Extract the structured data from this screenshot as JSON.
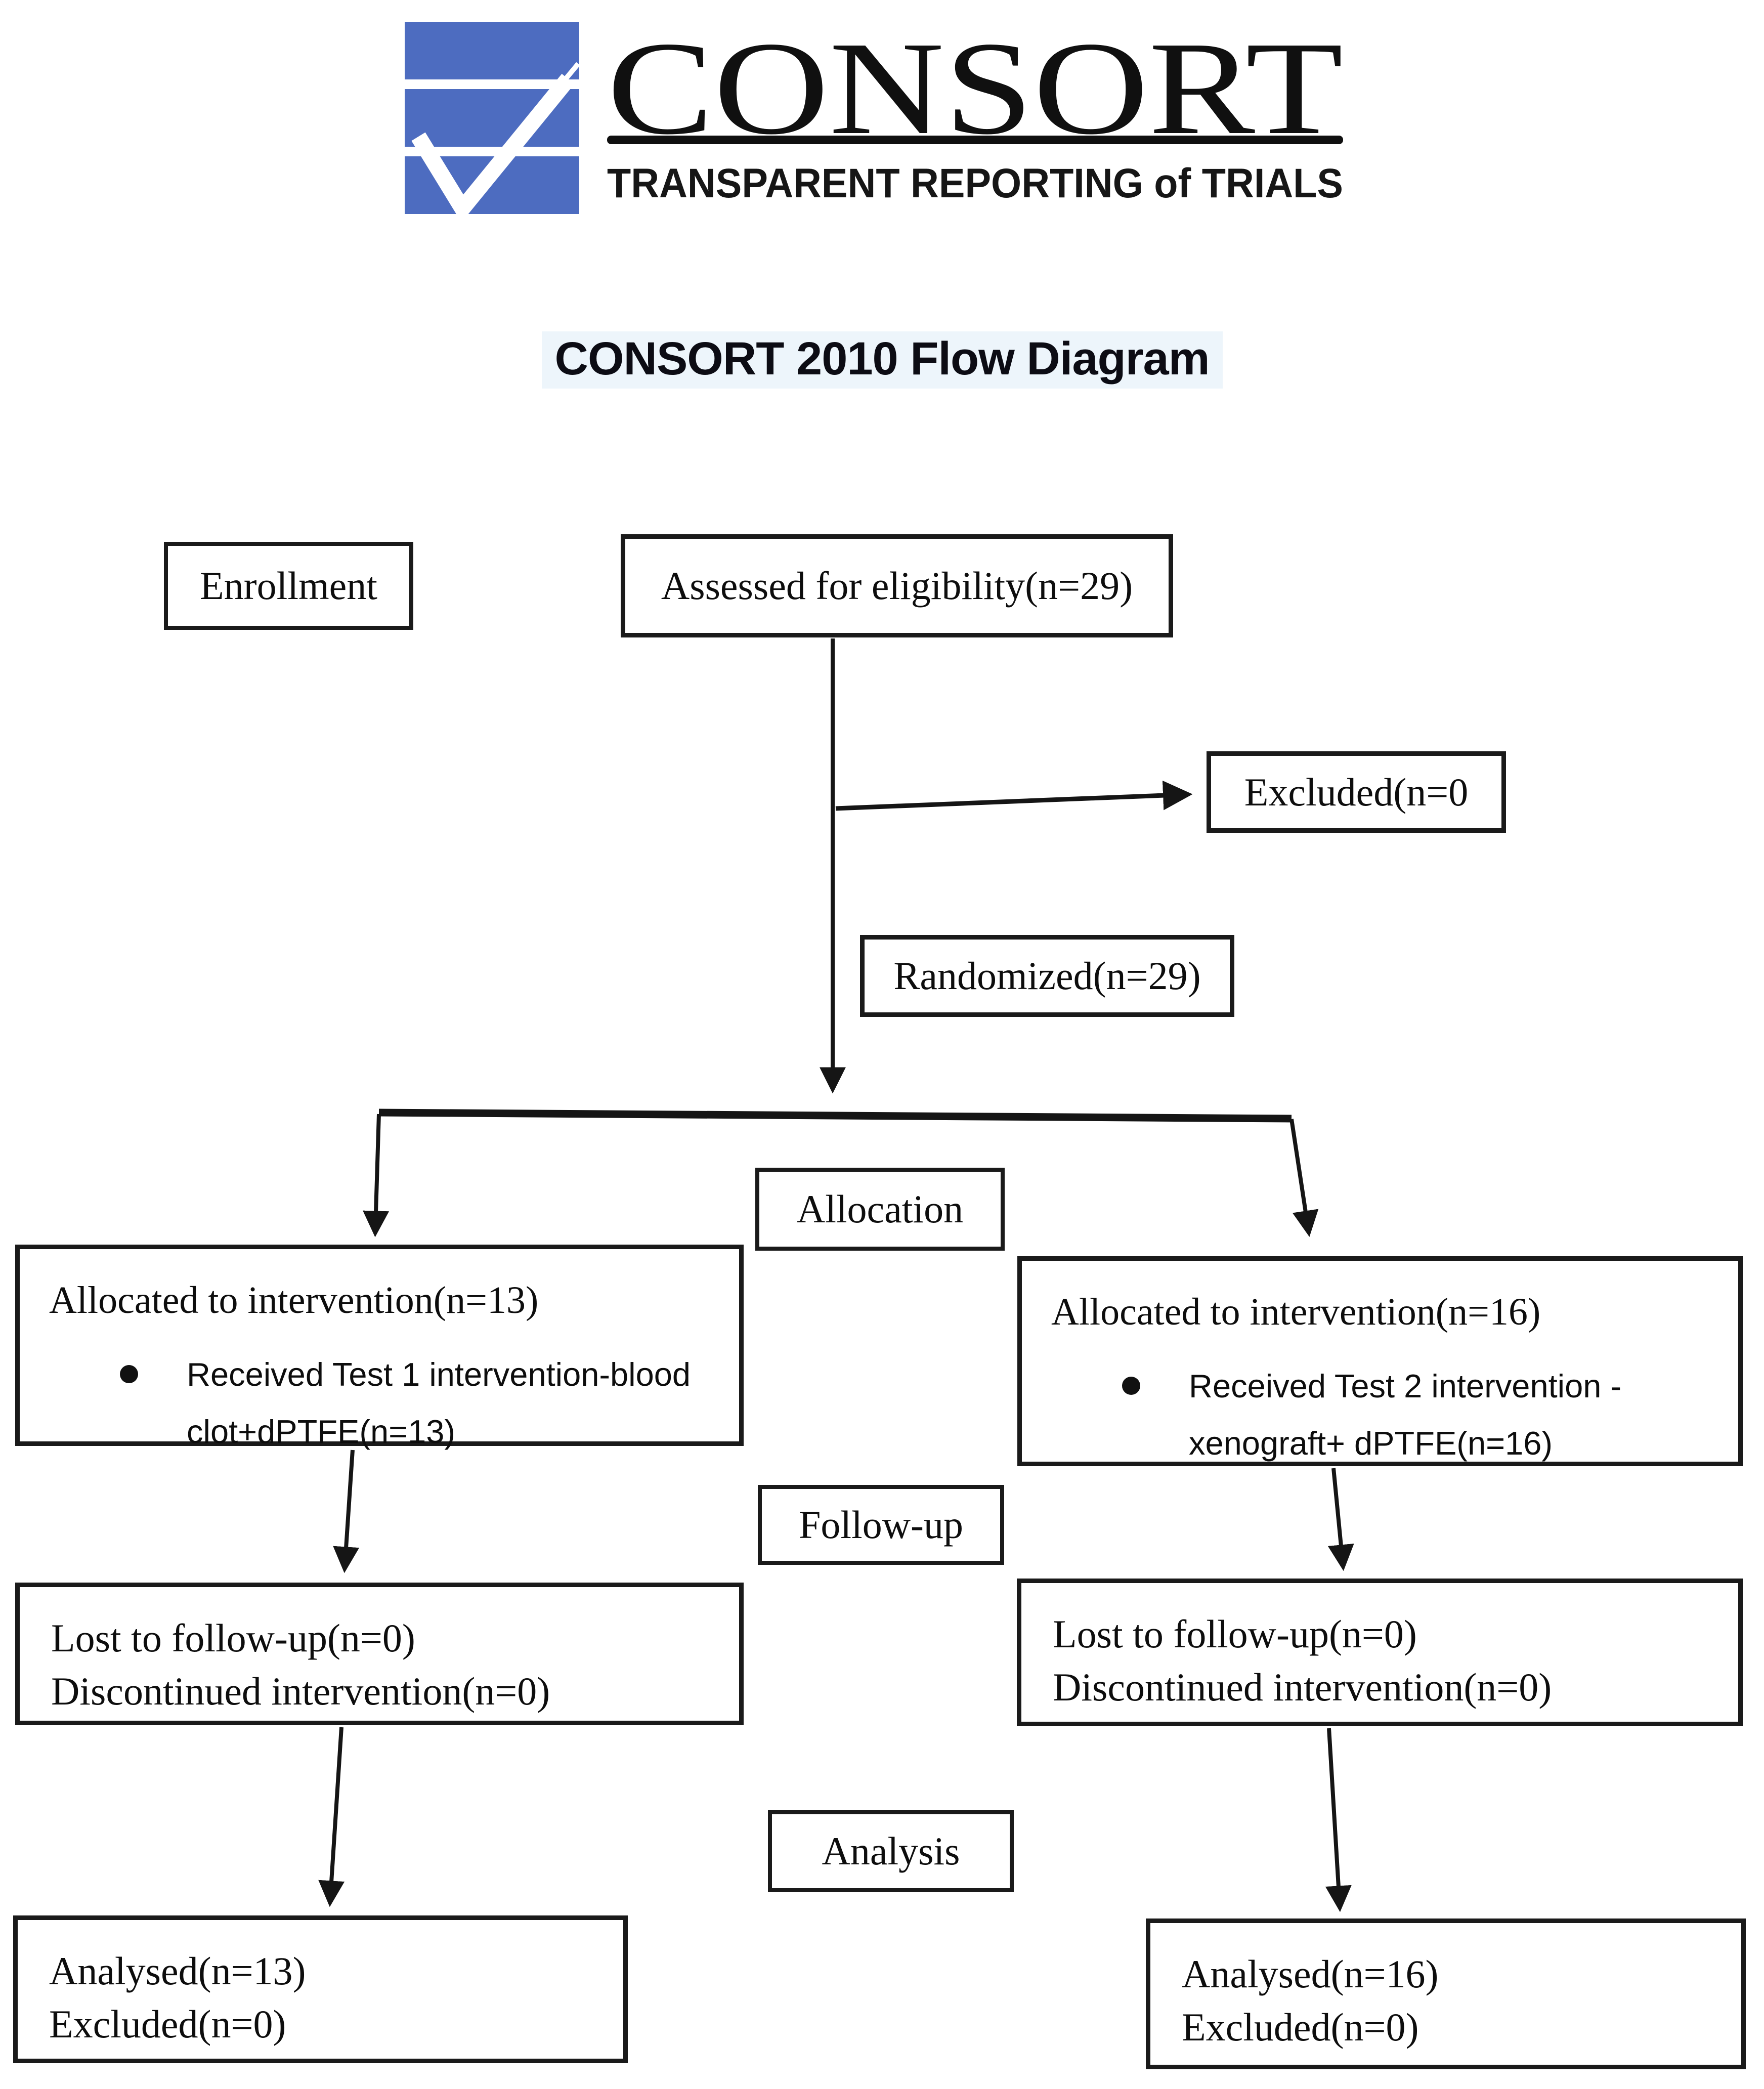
{
  "logo": {
    "brand": "CONSORT",
    "tagline": "TRANSPARENT REPORTING of TRIALS",
    "mark_color": "#4d6cc0",
    "check_color": "#ffffff",
    "text_color": "#101010"
  },
  "title": "CONSORT 2010 Flow Diagram",
  "stages": {
    "enrollment": "Enrollment",
    "allocation": "Allocation",
    "followup": "Follow-up",
    "analysis": "Analysis"
  },
  "boxes": {
    "assessed": "Assessed for eligibility(n=29)",
    "excluded": "Excluded(n=0",
    "randomized": "Randomized(n=29)",
    "alloc_left": {
      "title": "Allocated to intervention(n=13)",
      "bullet_line1": "Received Test 1 intervention-blood",
      "bullet_line2": "clot+dPTFE(n=13)"
    },
    "alloc_right": {
      "title": "Allocated to intervention(n=16)",
      "bullet_line1": "Received Test 2 intervention -",
      "bullet_line2": "xenograft+ dPTFE(n=16)"
    },
    "fu_left": {
      "line1": "Lost to follow-up(n=0)",
      "line2": "Discontinued intervention(n=0)"
    },
    "fu_right": {
      "line1": "Lost to follow-up(n=0)",
      "line2": "Discontinued intervention(n=0)"
    },
    "an_left": {
      "line1": "Analysed(n=13)",
      "line2": "Excluded(n=0)"
    },
    "an_right": {
      "line1": "Analysed(n=16)",
      "line2": "Excluded(n=0)"
    }
  }
}
